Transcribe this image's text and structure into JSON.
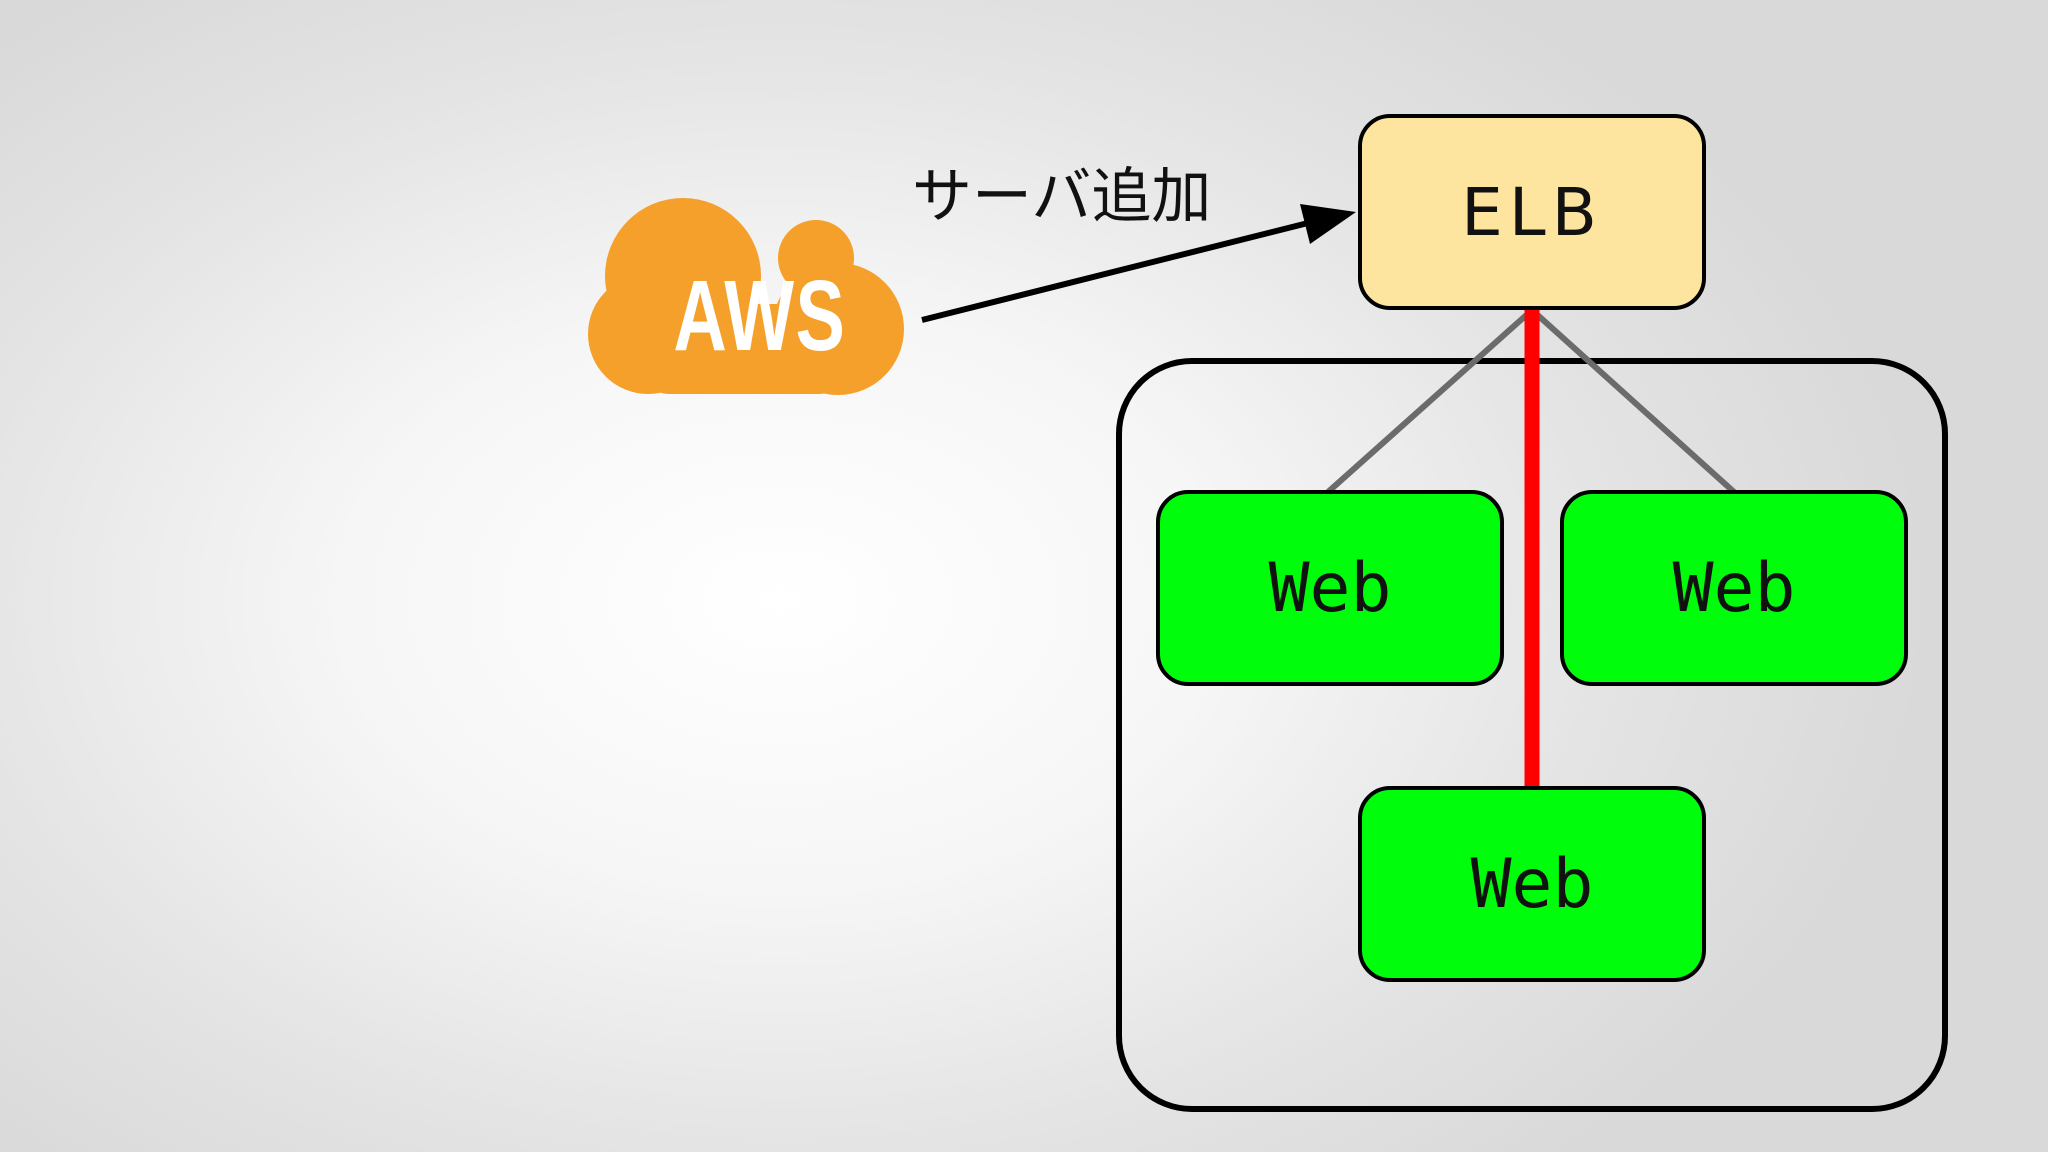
{
  "aws": {
    "label": "AWS",
    "icon": "aws-cloud-icon",
    "color": "#f5a02a"
  },
  "arrow": {
    "label": "サーバ追加"
  },
  "elb": {
    "label": "ELB",
    "color": "#fde59f"
  },
  "web_servers": [
    {
      "label": "Web",
      "color": "#00fd0b"
    },
    {
      "label": "Web",
      "color": "#00fd0b"
    },
    {
      "label": "Web",
      "color": "#00fd0b"
    }
  ],
  "connections": {
    "existing_color": "#6b6b6b",
    "new_color": "#ff0000"
  }
}
